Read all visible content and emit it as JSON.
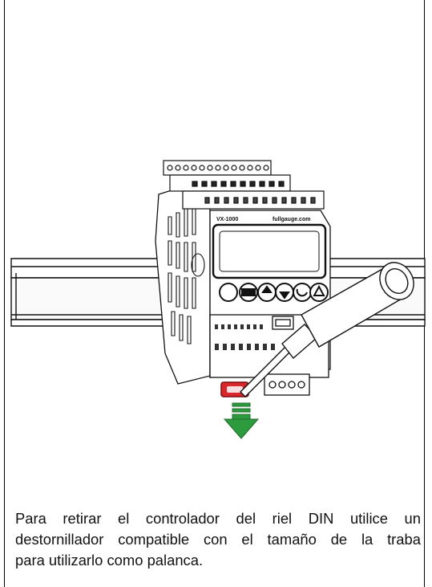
{
  "device": {
    "model_label": "VX-1000",
    "brand_label": "fullgauge.com"
  },
  "caption": {
    "lines": [
      "Para retirar el controlador del riel DIN utilice un",
      "destornillador compatible con el tamaño de la traba",
      "para utilizarlo como palanca."
    ]
  },
  "colors": {
    "latch": "#d8262b",
    "arrow": "#2e9a3e",
    "line": "#111111"
  }
}
